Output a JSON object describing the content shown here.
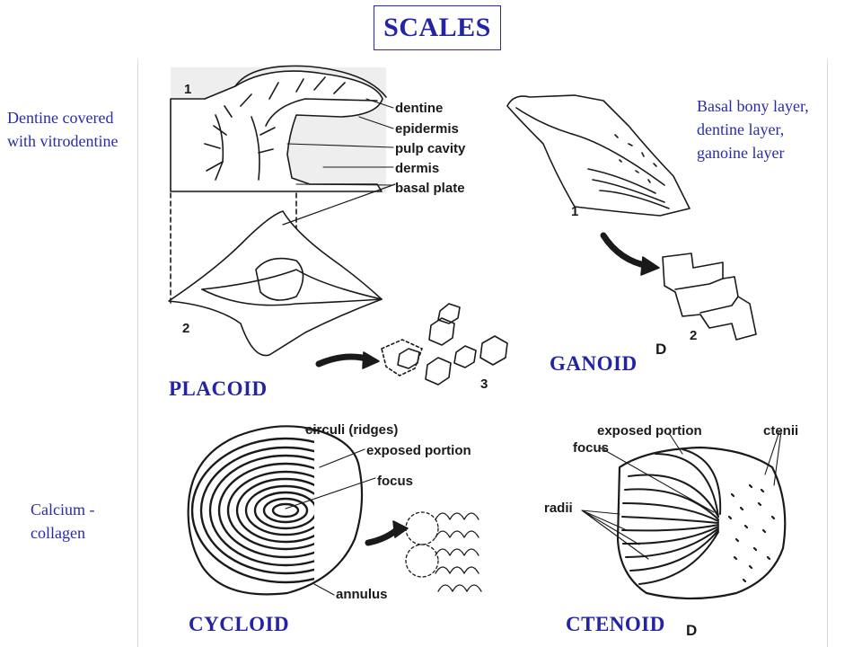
{
  "title": "SCALES",
  "notes": {
    "placoid": "Dentine covered\nwith vitrodentine",
    "ganoid": "Basal bony layer,\ndentine layer,\nganoine layer",
    "cycloid": "Calcium -\ncollagen"
  },
  "labels": {
    "placoid": "PLACOID",
    "ganoid": "GANOID",
    "cycloid": "CYCLOID",
    "ctenoid": "CTENOID"
  },
  "placoid_parts": [
    "dentine",
    "epidermis",
    "pulp cavity",
    "dermis",
    "basal plate"
  ],
  "cycloid_parts": [
    "circuli (ridges)",
    "exposed portion",
    "focus",
    "annulus"
  ],
  "ctenoid_parts": [
    "exposed portion",
    "ctenii",
    "focus",
    "radii"
  ],
  "figure_numbers": {
    "placoid_1": "1",
    "placoid_2": "2",
    "placoid_3": "3",
    "ganoid_1": "1",
    "ganoid_2": "2",
    "panel_d_top": "D",
    "panel_d_bottom": "D"
  },
  "colors": {
    "title": "#2323a6",
    "notes": "#2b2ba8",
    "ink": "#1a1a1a"
  }
}
